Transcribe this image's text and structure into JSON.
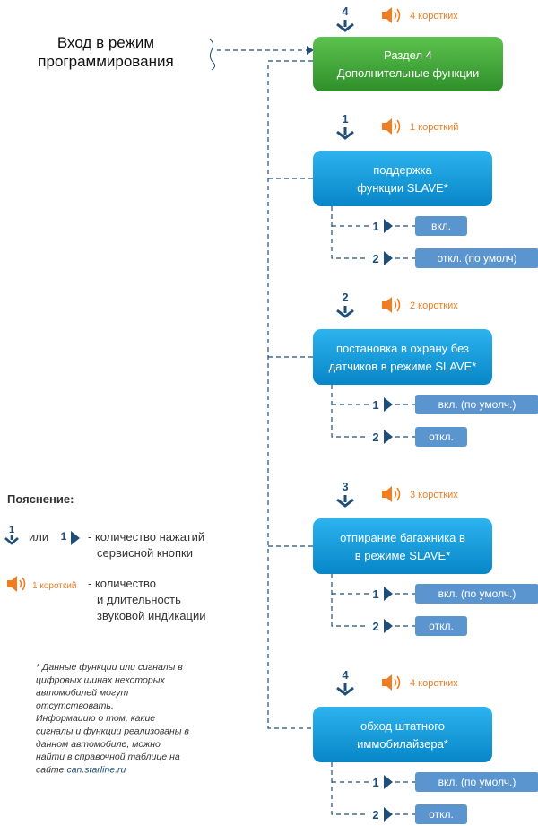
{
  "entry": {
    "line1": "Вход в режим",
    "line2": "программирования"
  },
  "section": {
    "presses": "4",
    "beeps": "4 коротких",
    "line1": "Раздел 4",
    "line2": "Дополнительные функции"
  },
  "functions": [
    {
      "presses": "1",
      "beeps": "1 короткий",
      "lines": [
        "поддержка",
        "функции SLAVE*"
      ],
      "options": [
        {
          "num": "1",
          "label": "вкл."
        },
        {
          "num": "2",
          "label": "откл. (по умолч)"
        }
      ]
    },
    {
      "presses": "2",
      "beeps": "2 коротких",
      "lines": [
        "постановка в охрану без",
        "датчиков в режиме SLAVE*"
      ],
      "options": [
        {
          "num": "1",
          "label": "вкл. (по умолч.)"
        },
        {
          "num": "2",
          "label": "откл."
        }
      ]
    },
    {
      "presses": "3",
      "beeps": "3 коротких",
      "lines": [
        "отпирание багажника в",
        "в режиме SLAVE*"
      ],
      "options": [
        {
          "num": "1",
          "label": "вкл. (по умолч.)"
        },
        {
          "num": "2",
          "label": "откл."
        }
      ]
    },
    {
      "presses": "4",
      "beeps": "4 коротких",
      "lines": [
        "обход штатного",
        "иммобилайзера*"
      ],
      "options": [
        {
          "num": "1",
          "label": "вкл. (по умолч.)"
        },
        {
          "num": "2",
          "label": "откл."
        }
      ]
    }
  ],
  "legend": {
    "title": "Пояснение:",
    "press_num": "1",
    "or": "или",
    "press_text_1": "- количество нажатий",
    "press_text_2": "сервисной кнопки",
    "beep_sample": "1 короткий",
    "beep_text_1": "- количество",
    "beep_text_2": "и длительность",
    "beep_text_3": "звуковой индикации"
  },
  "note": {
    "lines": [
      "* Данные функции или сигналы в",
      "цифровых шинах некоторых",
      "автомобилей могут",
      "отсутствовать.",
      "Информацию о том, какие",
      "сигналы и функции реализованы в",
      "данном автомобиле, можно",
      "найти в справочной таблице на"
    ],
    "last_prefix": "сайте ",
    "link": "can.starline.ru"
  },
  "colors": {
    "section_green": "#3daa35",
    "function_blue": "#0a9ede",
    "option_blue": "#5b95d0",
    "arrow_navy": "#1f4e79",
    "beep_orange": "#f07d22"
  },
  "icons": {
    "press_down": "arrow-down-icon",
    "press_right": "arrow-right-icon",
    "beep": "speaker-icon"
  }
}
